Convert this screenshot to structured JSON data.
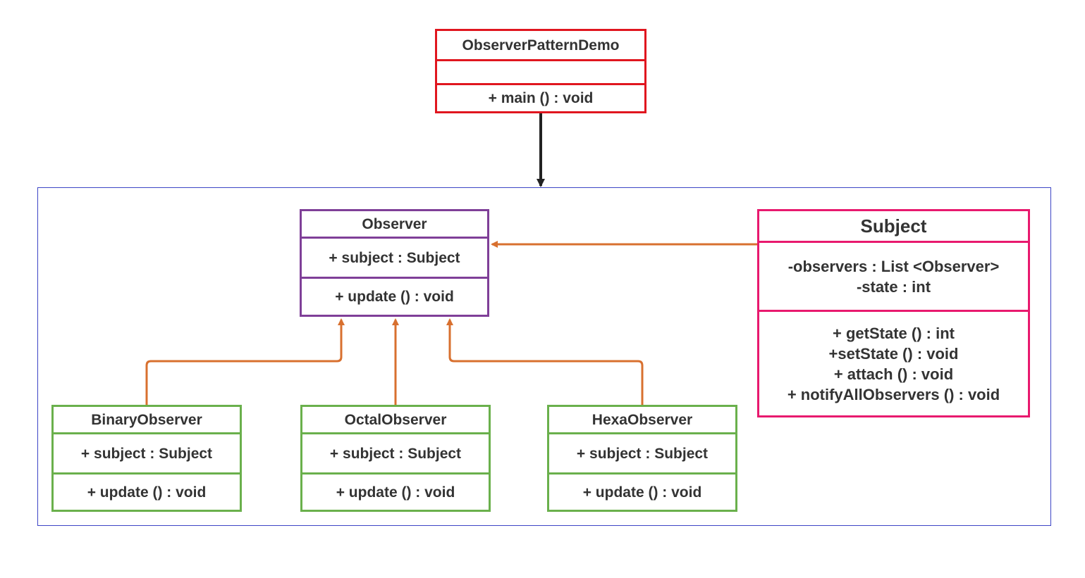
{
  "classes": {
    "demo": {
      "name": "ObserverPatternDemo",
      "attributes": "",
      "methods": [
        "+ main () : void"
      ]
    },
    "observer": {
      "name": "Observer",
      "attributes": [
        "+ subject : Subject"
      ],
      "methods": [
        "+ update () : void"
      ]
    },
    "subject": {
      "name": "Subject",
      "attributes": [
        "-observers : List <Observer>",
        "-state : int"
      ],
      "methods": [
        "+ getState () : int",
        "+setState () : void",
        "+ attach () : void",
        "+ notifyAllObservers () : void"
      ]
    },
    "binary": {
      "name": "BinaryObserver",
      "attributes": [
        "+ subject : Subject"
      ],
      "methods": [
        "+ update () : void"
      ]
    },
    "octal": {
      "name": "OctalObserver",
      "attributes": [
        "+ subject : Subject"
      ],
      "methods": [
        "+ update () : void"
      ]
    },
    "hexa": {
      "name": "HexaObserver",
      "attributes": [
        "+ subject : Subject"
      ],
      "methods": [
        "+ update () : void"
      ]
    }
  },
  "colors": {
    "demo_border": "#e0161f",
    "observer_border": "#7f3f98",
    "subject_border": "#e8196e",
    "concrete_border": "#6ab04c",
    "frame_border": "#3d45c6",
    "association_arrow": "#222222",
    "relation_arrow": "#d8702f"
  }
}
